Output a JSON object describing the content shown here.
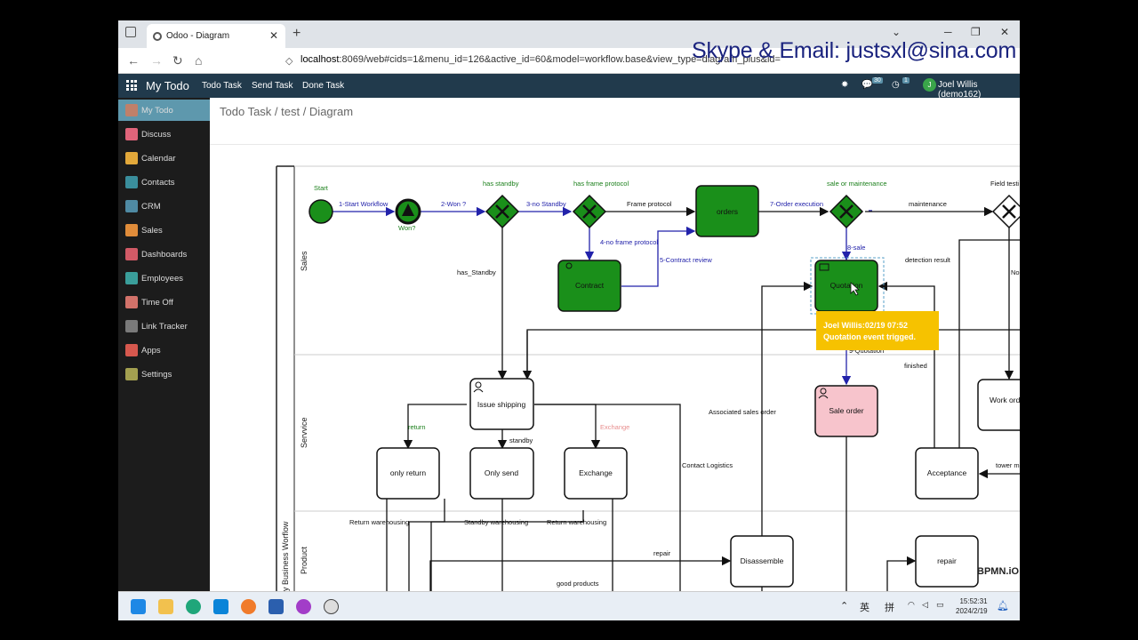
{
  "browser": {
    "tab_title": "Odoo - Diagram",
    "new_tab": "+",
    "url_host": "localhost",
    "url_rest": ":8069/web#cids=1&menu_id=126&active_id=60&model=workflow.base&view_type=diagram_plus&id=",
    "overlay_text": "Skype & Email: justsxl@sina.com"
  },
  "odoo": {
    "app_name": "My Todo",
    "menu": [
      "Todo Task",
      "Send Task",
      "Done Task"
    ],
    "messages_count": "30",
    "activities_count": "1",
    "user_initial": "J",
    "user": "Joel Willis (demo162)"
  },
  "sidebar": [
    {
      "label": "My Todo",
      "color": "#c0806a",
      "icon": "todo-icon"
    },
    {
      "label": "Discuss",
      "color": "#e0647a",
      "icon": "discuss-icon"
    },
    {
      "label": "Calendar",
      "color": "#e2a83a",
      "icon": "calendar-icon"
    },
    {
      "label": "Contacts",
      "color": "#3a8e9c",
      "icon": "contacts-icon"
    },
    {
      "label": "CRM",
      "color": "#4f8aa3",
      "icon": "crm-icon"
    },
    {
      "label": "Sales",
      "color": "#e08c3a",
      "icon": "sales-icon"
    },
    {
      "label": "Dashboards",
      "color": "#d15a66",
      "icon": "dashboards-icon"
    },
    {
      "label": "Employees",
      "color": "#3a9e9a",
      "icon": "employees-icon"
    },
    {
      "label": "Time Off",
      "color": "#d2726a",
      "icon": "timeoff-icon"
    },
    {
      "label": "Link Tracker",
      "color": "#7a7a7a",
      "icon": "link-tracker-icon"
    },
    {
      "label": "Apps",
      "color": "#d6584e",
      "icon": "apps-icon"
    },
    {
      "label": "Settings",
      "color": "#a3a050",
      "icon": "settings-icon"
    }
  ],
  "breadcrumb": "Todo Task / test / Diagram",
  "diagram": {
    "pool_label": "y Business Worflow",
    "lanes": [
      "Sales",
      "Servvice",
      "Product"
    ],
    "tasks": {
      "orders": "orders",
      "contract": "Contract",
      "quotation": "Quotation",
      "sale_order": "Sale order",
      "issue_shipping": "Issue shipping",
      "only_return": "only return",
      "only_send": "Only send",
      "exchange": "Exchange",
      "acceptance": "Acceptance",
      "disassemble": "Disassemble",
      "repair": "repair",
      "work_order": "Work ord inspectio"
    },
    "labels": {
      "start": "Start",
      "won": "Won?",
      "has_standby": "has standby",
      "has_frame_protocol": "has frame protocol",
      "sale_or_maintenance": "sale or maintenance",
      "field_testing": "Field testi",
      "f1": "1-Start Workflow",
      "f2": "2-Won ?",
      "f3": "3-no Standby",
      "frame_protocol": "Frame protocol",
      "f7": "7-Order execution",
      "maintenance": "maintenance",
      "f4": "4-no frame protocol",
      "f5": "5-Contract review",
      "f8": "8-sale",
      "detection_result": "detection result",
      "has_standby_flow": "has_Standby",
      "no": "No",
      "f9": "9-Quotation",
      "finished": "finished",
      "return": "return",
      "standby": "standby",
      "exchange_flow": "Exchange",
      "associated_sales_order": "Associated sales order",
      "contact_logistics": "Contact Logistics",
      "tower_maintenance": "tower maintenanc",
      "return_warehousing": "Return warehousing",
      "standby_warehousing": "Standby warehousing",
      "return_warehousing2": "Return warehousing",
      "repair_flow": "repair",
      "good_products": "good products",
      "bpmn_logo": "BPMN.iO"
    },
    "tooltip": {
      "line1": "Joel Willis:02/19 07:52",
      "line2": "Quotation event trigged."
    }
  },
  "taskbar": {
    "lang": "英",
    "ime": "拼",
    "time": "15:52:31",
    "date": "2024/2/19"
  }
}
